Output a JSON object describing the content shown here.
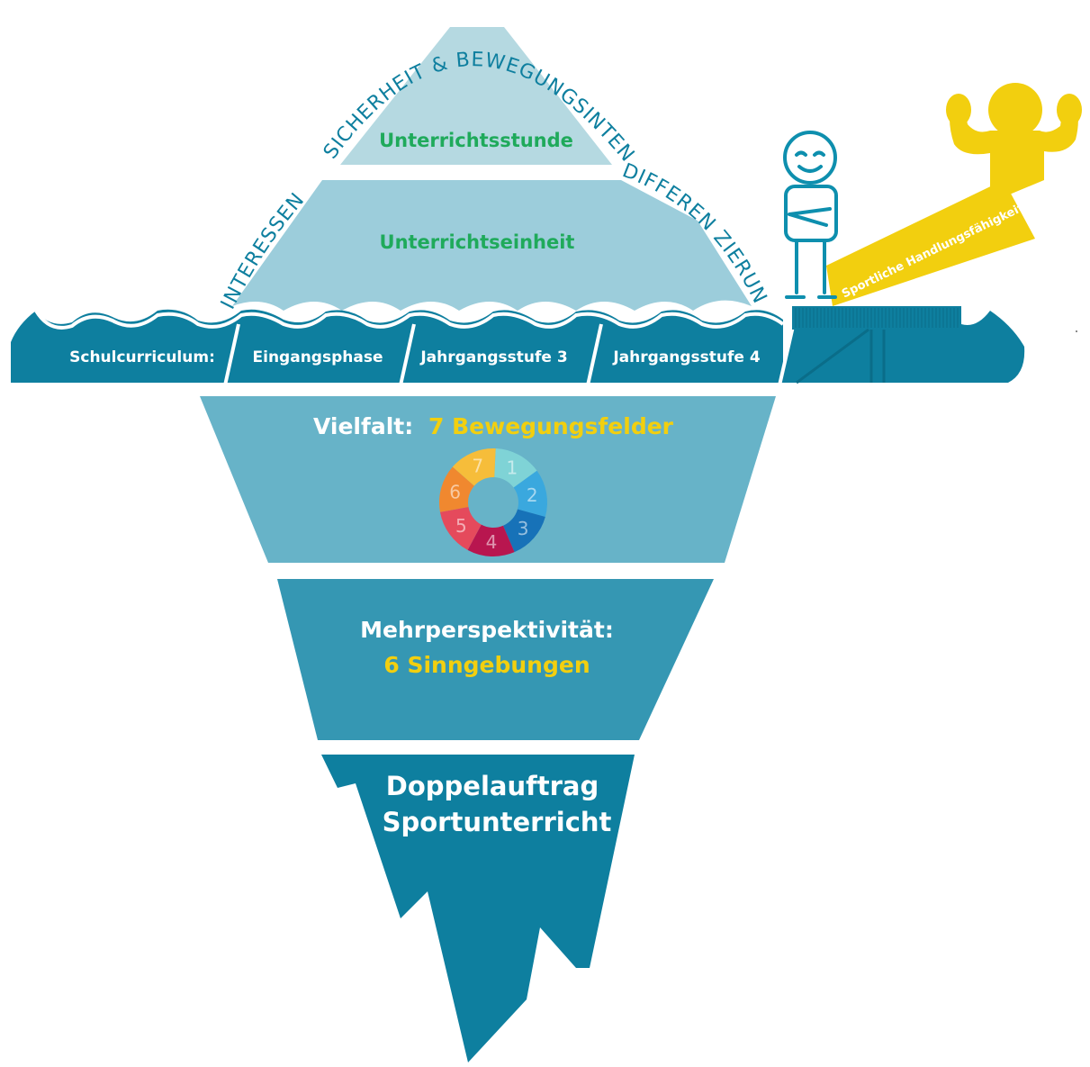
{
  "tip": {
    "top_label": "Unterrichtsstunde",
    "middle_label": "Unterrichtseinheit",
    "arc_left": "INTERESSEN",
    "arc_top": "SICHERHEIT & BEWEGUNGSINTENSITÄT",
    "arc_right": "DIFFEREN ZIERUNG"
  },
  "waterline": {
    "segments": [
      "Schulcurriculum:",
      "Eingangsphase",
      "Jahrgangsstufe 3",
      "Jahrgangsstufe 4"
    ]
  },
  "levels": {
    "vielfalt_prefix": "Vielfalt:",
    "vielfalt_highlight": "7 Bewegungsfelder",
    "mehr_line1": "Mehrperspektivität:",
    "mehr_line2": "6 Sinngebungen",
    "doppel_line1": "Doppelauftrag",
    "doppel_line2": "Sportunterricht"
  },
  "puzzle_ring": {
    "pieces": [
      {
        "number": "1",
        "color": "#7fd3d6"
      },
      {
        "number": "2",
        "color": "#3aa8de"
      },
      {
        "number": "3",
        "color": "#1772b8"
      },
      {
        "number": "4",
        "color": "#b8164f"
      },
      {
        "number": "5",
        "color": "#e54a5c"
      },
      {
        "number": "6",
        "color": "#f0882f"
      },
      {
        "number": "7",
        "color": "#f6bd3a"
      }
    ]
  },
  "figures": {
    "banner_text": "Sportliche Handlungsfähigkeit"
  },
  "colors": {
    "tip_top": "#b5d9e1",
    "tip_middle": "#9ccddb",
    "waterline": "#0e7f9f",
    "level1": "#67b3c8",
    "level2": "#3597b3",
    "level3": "#0e7f9f",
    "accent_yellow": "#f2cf0f",
    "accent_green": "#1faa5b"
  }
}
